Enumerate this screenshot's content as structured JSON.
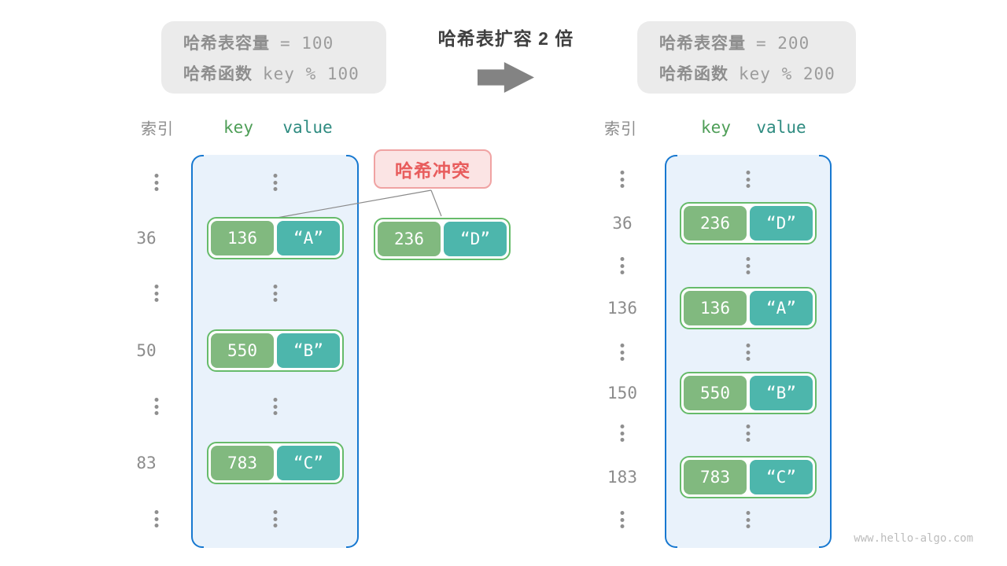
{
  "panels": {
    "left": {
      "capacity_label": "哈希表容量",
      "capacity_value": "= 100",
      "function_label": "哈希函数",
      "function_value": "key % 100"
    },
    "right": {
      "capacity_label": "哈希表容量",
      "capacity_value": "= 200",
      "function_label": "哈希函数",
      "function_value": "key % 200"
    }
  },
  "transform": {
    "title": "哈希表扩容 2 倍"
  },
  "tables": {
    "left": {
      "index_header": "索引",
      "key_header": "key",
      "value_header": "value",
      "rows": [
        {
          "index": "36",
          "key": "136",
          "value": "“A”"
        },
        {
          "index": "50",
          "key": "550",
          "value": "“B”"
        },
        {
          "index": "83",
          "key": "783",
          "value": "“C”"
        }
      ]
    },
    "right": {
      "index_header": "索引",
      "key_header": "key",
      "value_header": "value",
      "rows": [
        {
          "index": "36",
          "key": "236",
          "value": "“D”"
        },
        {
          "index": "136",
          "key": "136",
          "value": "“A”"
        },
        {
          "index": "150",
          "key": "550",
          "value": "“B”"
        },
        {
          "index": "183",
          "key": "783",
          "value": "“C”"
        }
      ]
    }
  },
  "collision": {
    "label": "哈希冲突",
    "pair": {
      "key": "236",
      "value": "“D”"
    }
  },
  "watermark": "www.hello-algo.com",
  "colors": {
    "bucket_fill": "#e9f2fb",
    "bucket_border": "#1778d0",
    "key_fill": "#81b97f",
    "value_fill": "#4db6ac",
    "pair_border": "#66bb6a",
    "collision_fill": "#fbe4e4",
    "collision_border": "#f0a3a3",
    "collision_text": "#e85d5d",
    "info_box_fill": "#ebebeb"
  }
}
